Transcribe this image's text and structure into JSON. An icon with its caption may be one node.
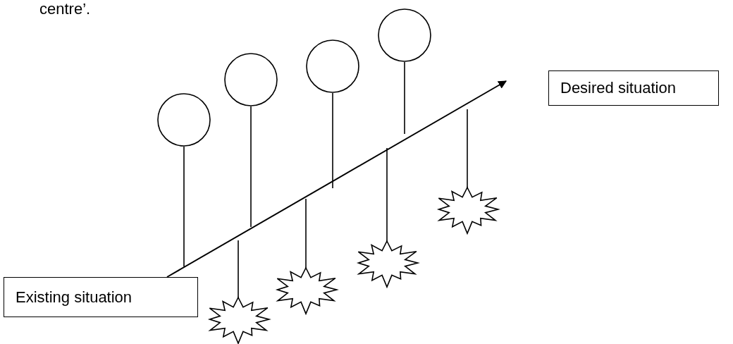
{
  "diagram": {
    "nodes": [
      {
        "text": [],
        "shape": "circle"
      },
      {
        "text": [],
        "shape": "circle"
      },
      {
        "text": [],
        "shape": "circle"
      },
      {
        "text": [],
        "shape": "circle"
      },
      {
        "text": [
          "Desired situation"
        ]
      },
      {
        "text": [],
        "shape": "star"
      },
      {
        "text": [],
        "shape": "star"
      },
      {
        "text": [],
        "shape": "star"
      },
      {
        "text": [],
        "shape": "star"
      },
      {
        "text": [
          "Existing situation"
        ]
      }
    ],
    "edges": [
      {
        "from": 9,
        "to": 4,
        "arrow": "to"
      },
      {
        "from": 0,
        "to": null,
        "arrow": "none"
      },
      {
        "from": 1,
        "to": null,
        "arrow": "none"
      },
      {
        "from": 2,
        "to": null,
        "arrow": "none"
      },
      {
        "from": 3,
        "to": null,
        "arrow": "none"
      },
      {
        "from": 5,
        "to": null,
        "arrow": "none"
      },
      {
        "from": 6,
        "to": null,
        "arrow": "none"
      },
      {
        "from": 7,
        "to": null,
        "arrow": "none"
      },
      {
        "from": 8,
        "to": null,
        "arrow": "none"
      }
    ],
    "labels": [
      "centre’."
    ]
  }
}
